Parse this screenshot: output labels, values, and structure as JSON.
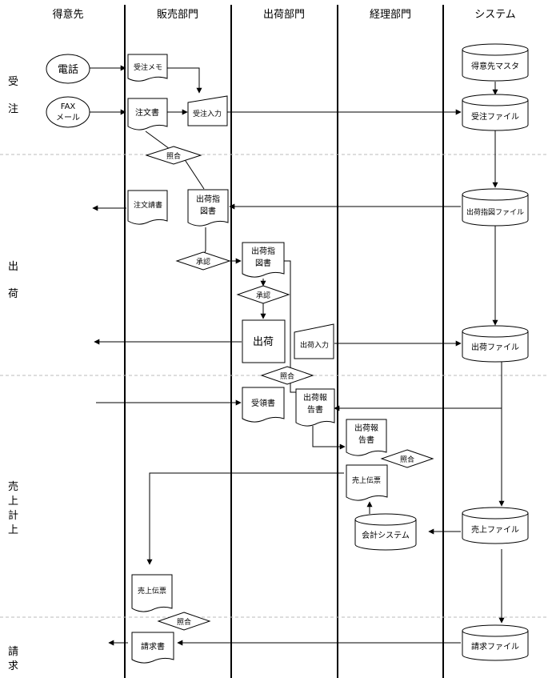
{
  "lanes": [
    "得意先",
    "販売部門",
    "出荷部門",
    "経理部門",
    "システム"
  ],
  "phases": {
    "order": [
      "受",
      "注"
    ],
    "ship": [
      "出",
      "荷"
    ],
    "sales": [
      "売",
      "上",
      "計",
      "上"
    ],
    "billing": [
      "請",
      "求"
    ]
  },
  "nodes": {
    "phone": "電話",
    "fax": [
      "FAX",
      "メール"
    ],
    "order_memo": "受注メモ",
    "purchase_order": "注文書",
    "order_entry": "受注入力",
    "customer_master": "得意先マスタ",
    "order_file": "受注ファイル",
    "check1": "照合",
    "order_ack": "注文請書",
    "ship_instr_sales": [
      "出荷指",
      "図書"
    ],
    "ship_instr_file": "出荷指図ファイル",
    "approve1": "承認",
    "ship_instr_ship": [
      "出荷指",
      "図書"
    ],
    "approve2": "承認",
    "shipping": "出荷",
    "ship_entry": "出荷入力",
    "ship_file": "出荷ファイル",
    "check2": "照合",
    "receipt": "受領書",
    "ship_report_ship": [
      "出荷報",
      "告書"
    ],
    "ship_report_acct": [
      "出荷報",
      "告書"
    ],
    "check3": "照合",
    "sales_slip_acct": "売上伝票",
    "accounting_system": "会計システム",
    "sales_file": "売上ファイル",
    "sales_slip_sales": "売上伝票",
    "check4": "照合",
    "invoice": "請求書",
    "billing_file": "請求ファイル"
  }
}
